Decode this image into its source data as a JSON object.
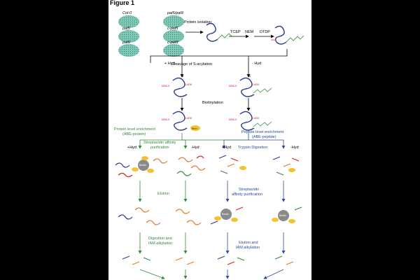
{
  "figure_label": "Figure 1",
  "genotypes": [
    "Col-0",
    "pat5/pat9",
    "pat5",
    "c-pat5",
    "pat9",
    "c-pat9"
  ],
  "steps": {
    "protein_isolation": "Protein isolation",
    "reagents": [
      "TCEP",
      "NEM",
      "DTDP"
    ],
    "cleavage": "Cleavage of S-acylation",
    "plus_hyd": "+ Hyd",
    "minus_hyd": "- Hyd",
    "biotinylation": "Biotinylation",
    "protein_level": "Protein level enrichment (ABE-protein)",
    "peptide_level": "Peptide level enrichment (ABE-peptide)",
    "streptavidin_1": "Streptavidin affinity purification",
    "trypsin": "Trypsin Digestion",
    "branch_plus": "+Hyd",
    "branch_minus": "-Hyd",
    "elution": "Elution",
    "streptavidin_2": "Streptavidin affinity purification",
    "digestion_iam": "Digestion and IAM alkylation",
    "elution_iam": "Elution and IAM alkylation"
  },
  "molecule_labels": {
    "nem": "NEM",
    "n_term": "N",
    "s_nem": "S-NEM",
    "nem_s": "NEM-S",
    "biotin": "Biotin",
    "beads": "Beads"
  },
  "colors": {
    "protein_level": "#2e8b3a",
    "peptide_level": "#2c4a9e",
    "bead_fill": "#7fc8b8",
    "biotin": "#f2c230",
    "nem_text": "#d62020"
  }
}
